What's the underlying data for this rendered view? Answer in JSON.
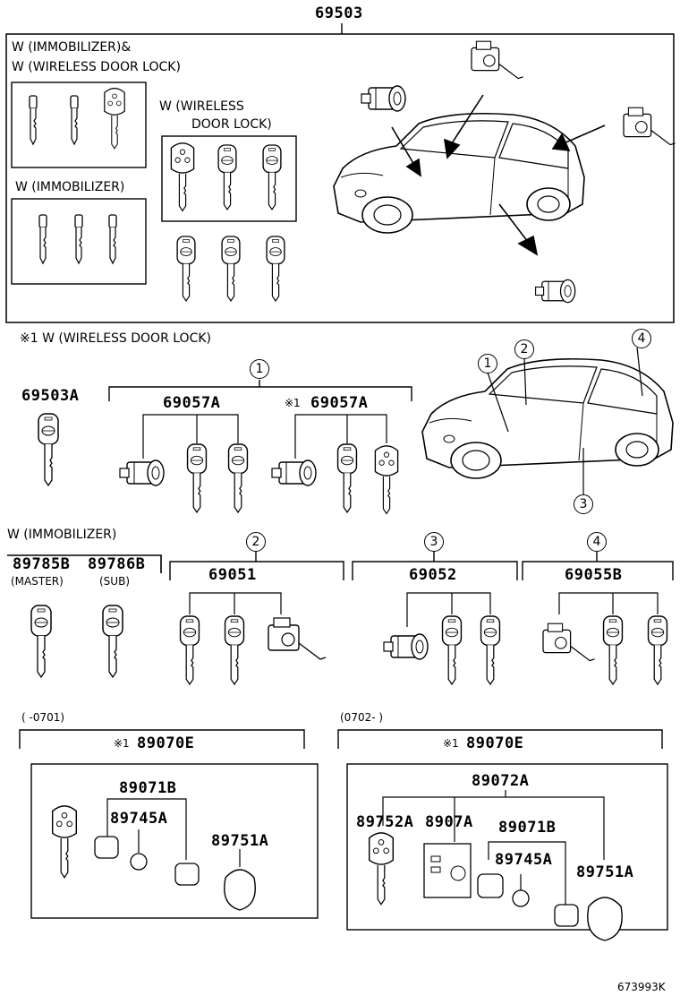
{
  "top": {
    "part": "69503",
    "group_immo_wireless_line1": "W (IMMOBILIZER)&",
    "group_immo_wireless_line2": "W (WIRELESS DOOR LOCK)",
    "group_immo": "W (IMMOBILIZER)",
    "group_wireless_line1": "W (WIRELESS",
    "group_wireless_line2": "DOOR LOCK)"
  },
  "middle": {
    "note": "※1 W (WIRELESS DOOR LOCK)",
    "part_single_key": "69503A",
    "circle_1": "1",
    "circle_2": "2",
    "circle_3": "3",
    "circle_4": "4",
    "set_a": "69057A",
    "set_b_prefix": "※1",
    "set_b": "69057A"
  },
  "immobilizer": {
    "label": "W (IMMOBILIZER)",
    "master_part": "89785B",
    "sub_part": "89786B",
    "master_label": "(MASTER)",
    "sub_label": "(SUB)"
  },
  "locks": {
    "circle_2": "2",
    "circle_3": "3",
    "circle_4": "4",
    "part_2": "69051",
    "part_3": "69052",
    "part_4": "69055B"
  },
  "transmitters": {
    "left_range": "(       -0701)",
    "right_range": "(0702-       )",
    "left_mark": "※1",
    "left_part": "89070E",
    "right_mark": "※1",
    "right_part": "89070E",
    "left_case": "89071B",
    "left_battery": "89745A",
    "left_cover": "89751A",
    "right_body": "89072A",
    "right_key": "89752A",
    "right_board": "8907A",
    "right_case": "89071B",
    "right_battery": "89745A",
    "right_cover": "89751A"
  },
  "footer": {
    "drawing_id": "673993K"
  }
}
